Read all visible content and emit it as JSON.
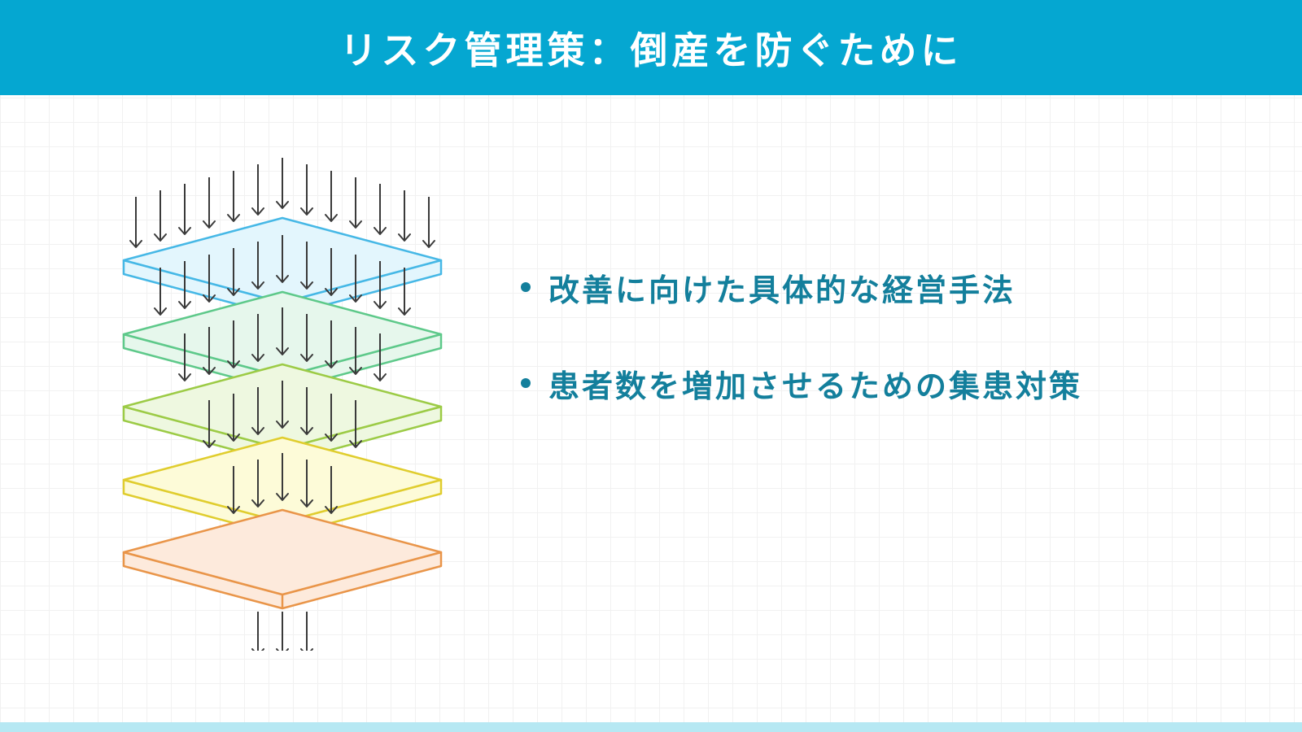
{
  "title": "リスク管理策：倒産を防ぐために",
  "bullets": [
    "改善に向けた具体的な経営手法",
    "患者数を増加させるための集患対策"
  ],
  "diagram": {
    "icon": "layered-filter-arrows",
    "layers": [
      {
        "fill": "#e3f6fd",
        "stroke": "#46b8e6"
      },
      {
        "fill": "#e6f7ec",
        "stroke": "#5ec98a"
      },
      {
        "fill": "#eef8e0",
        "stroke": "#9ccb46"
      },
      {
        "fill": "#fdfbd8",
        "stroke": "#e0cd2e"
      },
      {
        "fill": "#fdeadc",
        "stroke": "#e99549"
      }
    ],
    "arrow_counts": [
      13,
      11,
      9,
      7,
      5,
      3
    ],
    "arrow_color": "#3a3a3a"
  },
  "colors": {
    "header": "#05a7d1",
    "text_accent": "#137f9c",
    "bottom_bar": "#b6e8f3"
  }
}
